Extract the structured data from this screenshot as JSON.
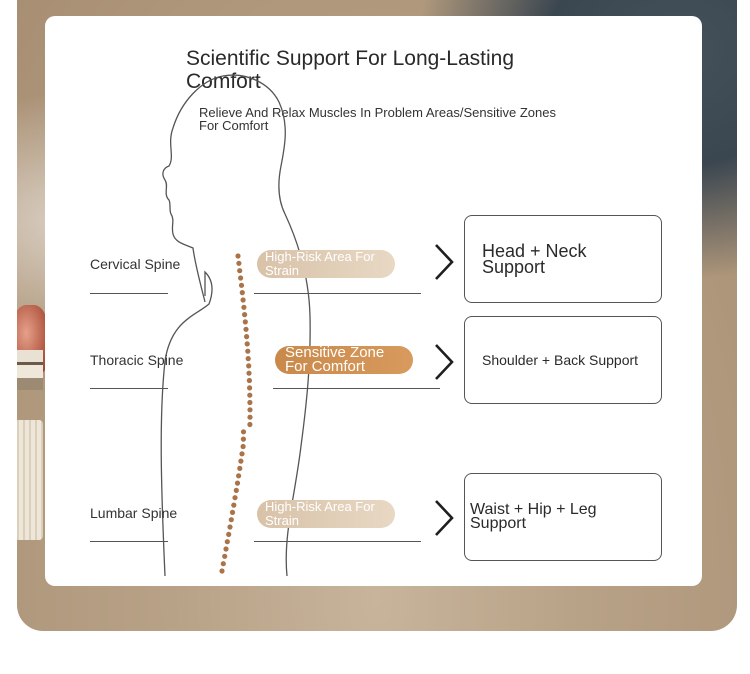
{
  "header": {
    "title": "Scientific Support For Long-Lasting Comfort",
    "subtitle": "Relieve And Relax Muscles In Problem Areas/Sensitive Zones For Comfort"
  },
  "rows": [
    {
      "spine": "Cervical Spine",
      "zone": "High-Risk Area For Strain",
      "zone_style": "light",
      "support": "Head + Neck Support"
    },
    {
      "spine": "Thoracic Spine",
      "zone": "Sensitive Zone For Comfort",
      "zone_style": "dark",
      "support": "Shoulder + Back Support"
    },
    {
      "spine": "Lumbar Spine",
      "zone": "High-Risk Area For Strain",
      "zone_style": "light",
      "support": "Waist + Hip + Leg Support"
    }
  ],
  "colors": {
    "accent_pill_dark": "#c9894a",
    "accent_pill_light": "#d8c2a8",
    "vertebra": "#a9744a",
    "outline": "#555555"
  },
  "icons": [
    "chevron-right-icon",
    "human-silhouette",
    "spine-dots"
  ]
}
